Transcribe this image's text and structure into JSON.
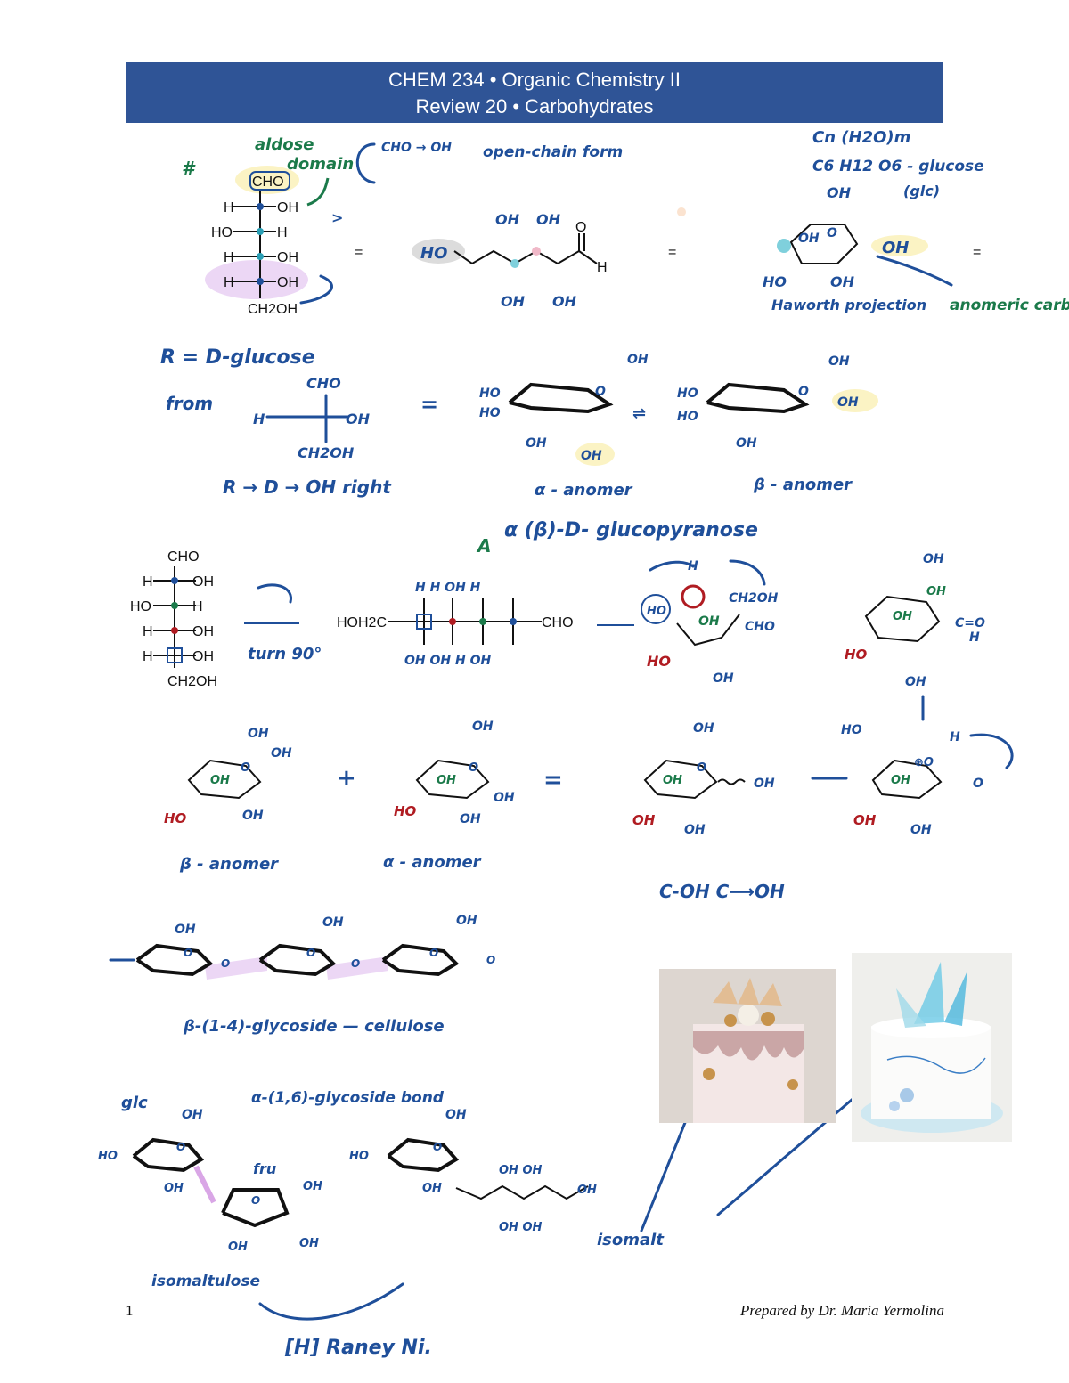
{
  "header": {
    "line1": "CHEM 234 • Organic Chemistry II",
    "line2": "Review 20 • Carbohydrates"
  },
  "fischer1": {
    "top": "CHO",
    "rows": [
      {
        "left": "H",
        "right": "OH"
      },
      {
        "left": "HO",
        "right": "H"
      },
      {
        "left": "H",
        "right": "OH"
      },
      {
        "left": "H",
        "right": "OH"
      }
    ],
    "bottom": "CH2OH"
  },
  "fischer2": {
    "top": "CHO",
    "rows": [
      {
        "left": "H",
        "right": "OH"
      },
      {
        "left": "HO",
        "right": "H"
      },
      {
        "left": "H",
        "right": "OH"
      },
      {
        "left": "H",
        "right": "OH"
      }
    ],
    "bottom": "CH2OH"
  },
  "openchain": {
    "left_group": "HOH2C",
    "right_group": "CHO",
    "aldehyde_o": "O",
    "aldehyde_h": "H"
  },
  "notes": {
    "aldose": "aldose",
    "domain": "domain",
    "cho_oh": "CHO → OH",
    "open_chain_form": "open-chain form",
    "formula1": "Cn (H2O)m",
    "formula2": "C6 H12 O6 - glucose",
    "glc": "(glc)",
    "haworth": "Haworth projection",
    "anomeric": "anomeric carbon atom",
    "r_d_glucose": "R = D-glucose",
    "from": "from",
    "r_d_right": "R → D → OH right",
    "alpha_anomer": "α - anomer",
    "beta_anomer": "β - anomer",
    "glucopyranose": "α (β)-D- glucopyranose",
    "turn": "turn 90°",
    "beta_anomer2": "β - anomer",
    "alpha_anomer2": "α - anomer",
    "c_oh": "C-OH  C⟶OH",
    "cellulose": "β-(1-4)-glycoside — cellulose",
    "glc2": "glc",
    "alpha16": "α-(1,6)-glycoside bond",
    "fru": "fru",
    "isomaltulose": "isomaltulose",
    "isomalt": "isomalt",
    "raney": "[H] Raney Ni."
  },
  "footer": {
    "page": "1",
    "author": "Prepared by Dr. Maria Yermolina"
  }
}
